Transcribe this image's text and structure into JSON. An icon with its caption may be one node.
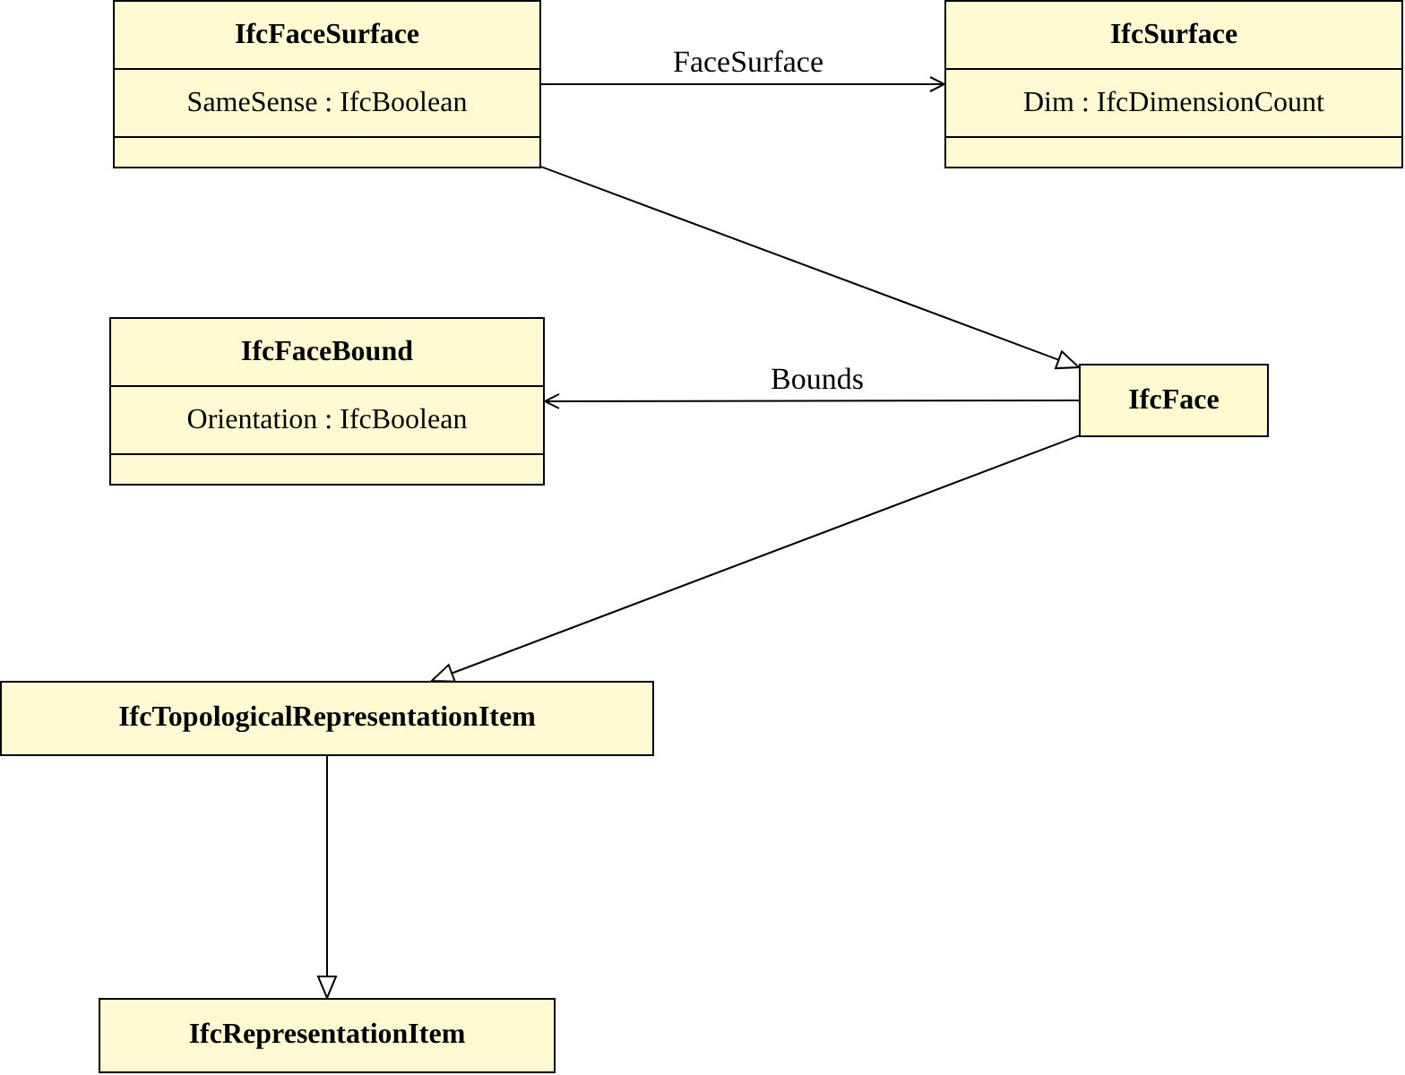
{
  "diagram": {
    "nodes": [
      {
        "text": [
          "IfcFaceSurface",
          "SameSense : IfcBoolean"
        ]
      },
      {
        "text": [
          "IfcSurface",
          "Dim : IfcDimensionCount"
        ]
      },
      {
        "text": [
          "IfcFaceBound",
          "Orientation : IfcBoolean"
        ]
      },
      {
        "text": [
          "IfcFace"
        ]
      },
      {
        "text": [
          "IfcTopologicalRepresentationItem"
        ]
      },
      {
        "text": [
          "IfcRepresentationItem"
        ]
      }
    ],
    "edges": [
      {
        "from": 0,
        "to": 1,
        "arrow": "to",
        "label": "FaceSurface"
      },
      {
        "from": 0,
        "to": 3,
        "arrow": "to"
      },
      {
        "from": 3,
        "to": 2,
        "arrow": "to",
        "label": "Bounds"
      },
      {
        "from": 3,
        "to": 4,
        "arrow": "to"
      },
      {
        "from": 4,
        "to": 5,
        "arrow": "to"
      }
    ]
  }
}
